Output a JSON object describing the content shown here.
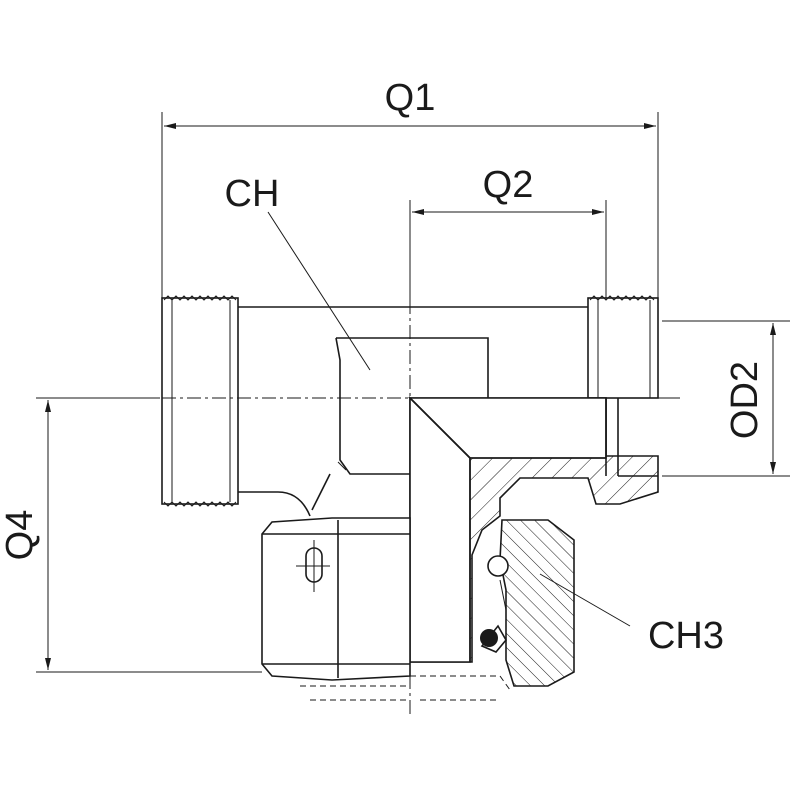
{
  "labels": {
    "q1": "Q1",
    "q2": "Q2",
    "q4": "Q4",
    "od2": "OD2",
    "ch": "CH",
    "ch3": "CH3"
  }
}
